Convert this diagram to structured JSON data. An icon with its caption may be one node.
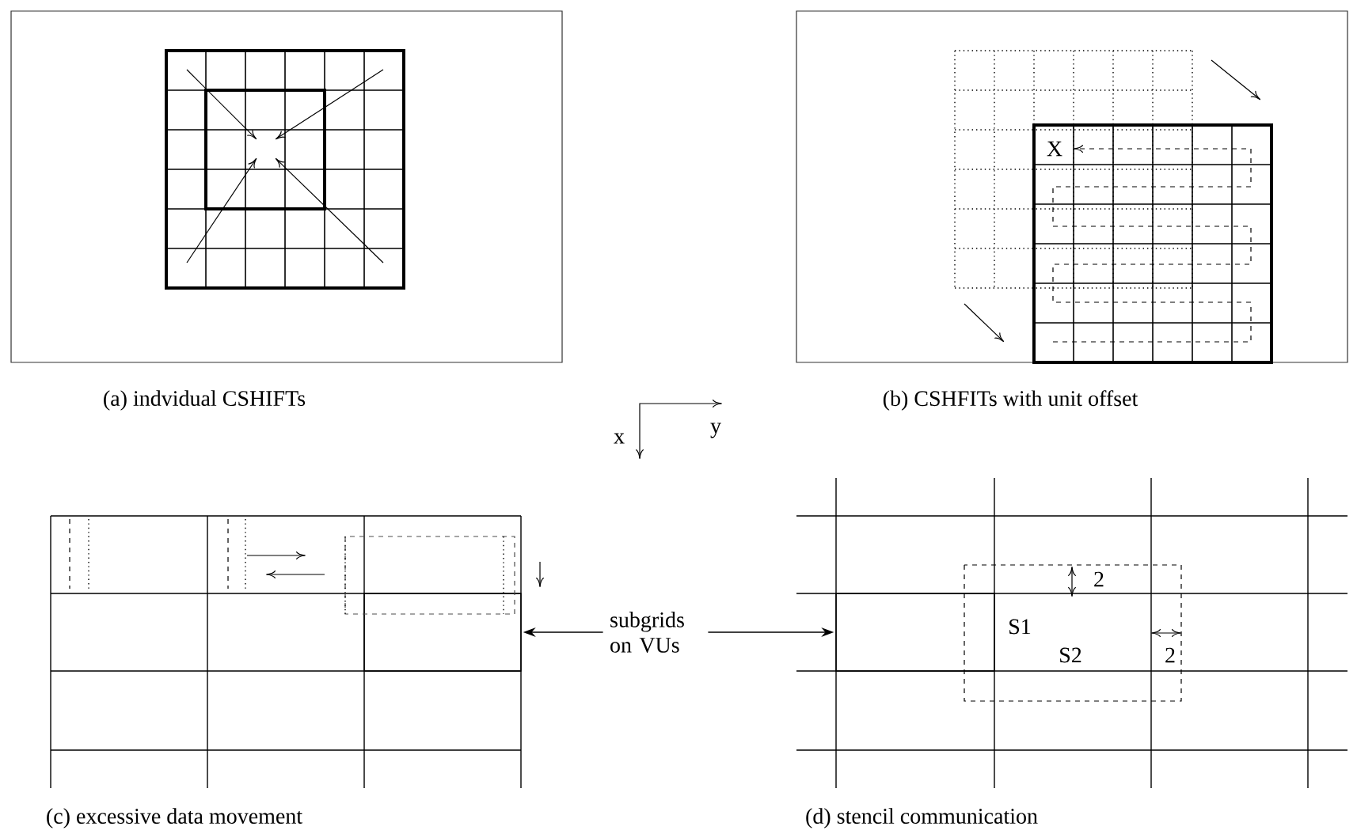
{
  "diagram": {
    "nodes": [
      {
        "text": [
          "subgrids on VUs"
        ]
      },
      {
        "text": [],
        "shape": "box"
      },
      {
        "text": [],
        "shape": "box"
      }
    ],
    "edges": [
      {
        "from": 0,
        "to": 1,
        "arrow": "to"
      },
      {
        "from": 0,
        "to": 2,
        "arrow": "to"
      }
    ],
    "labels": [
      "X",
      "(a) indvidual CSHIFTs",
      "(b) CSHFITs with unit offset",
      "x",
      "y",
      "2",
      "S1",
      "S2",
      "2",
      "(c) excessive data movement",
      "(d) stencil communication"
    ]
  }
}
